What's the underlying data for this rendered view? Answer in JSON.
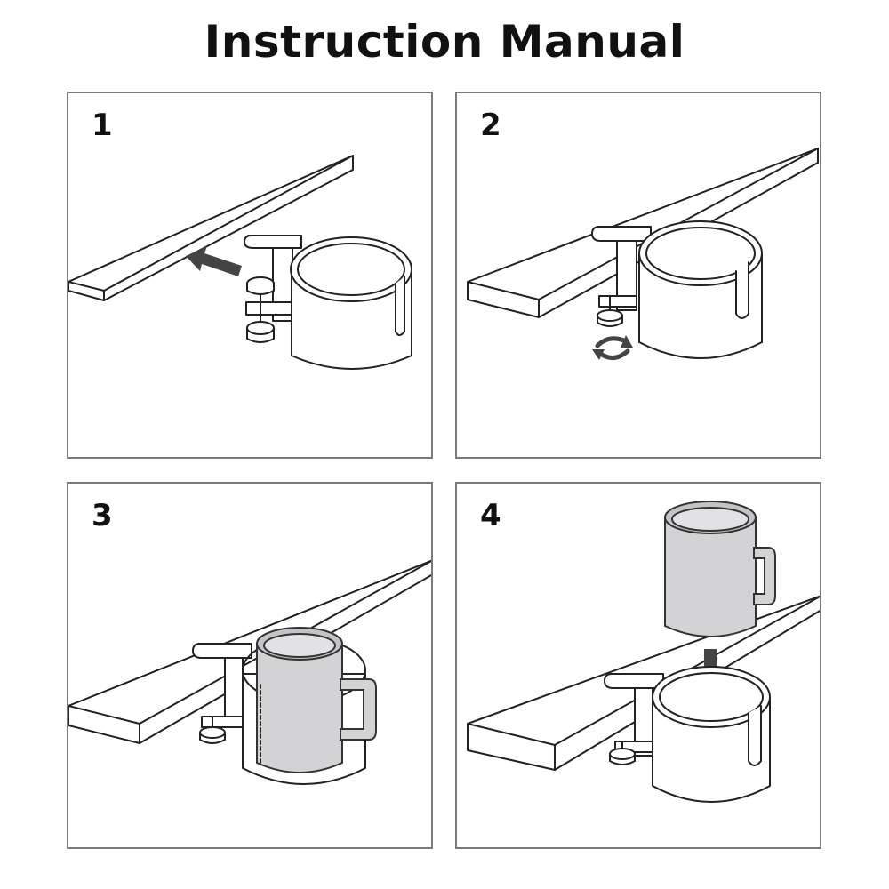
{
  "title": "Instruction Manual",
  "steps": [
    {
      "number": "1"
    },
    {
      "number": "2"
    },
    {
      "number": "3"
    },
    {
      "number": "4"
    }
  ]
}
